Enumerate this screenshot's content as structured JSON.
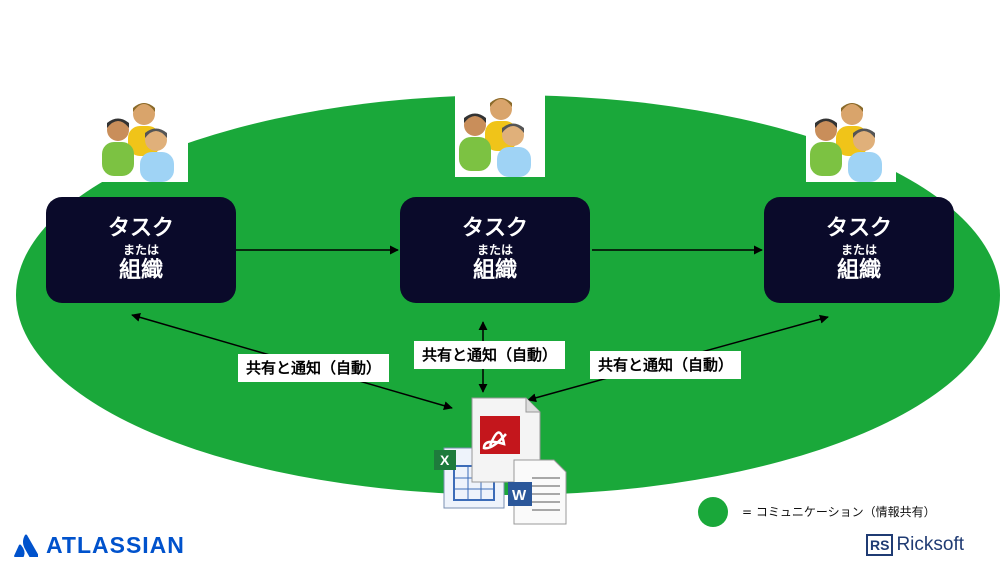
{
  "nodes": [
    {
      "line1": "タスク",
      "line2": "または",
      "line3": "組織"
    },
    {
      "line1": "タスク",
      "line2": "または",
      "line3": "組織"
    },
    {
      "line1": "タスク",
      "line2": "または",
      "line3": "組織"
    }
  ],
  "edge_labels": [
    "共有と通知（自動）",
    "共有と通知（自動）",
    "共有と通知（自動）"
  ],
  "legend": "= コミュニケーション（情報共有）",
  "logos": {
    "atlassian": "ATLASSIAN",
    "ricksoft_mark": "RS",
    "ricksoft": "Ricksoft"
  },
  "colors": {
    "ellipse": "#1aa83a",
    "node": "#0a0a2a",
    "atlassian": "#0052cc"
  },
  "icons": [
    "people-group-icon",
    "pdf-file-icon",
    "excel-file-icon",
    "word-file-icon"
  ]
}
